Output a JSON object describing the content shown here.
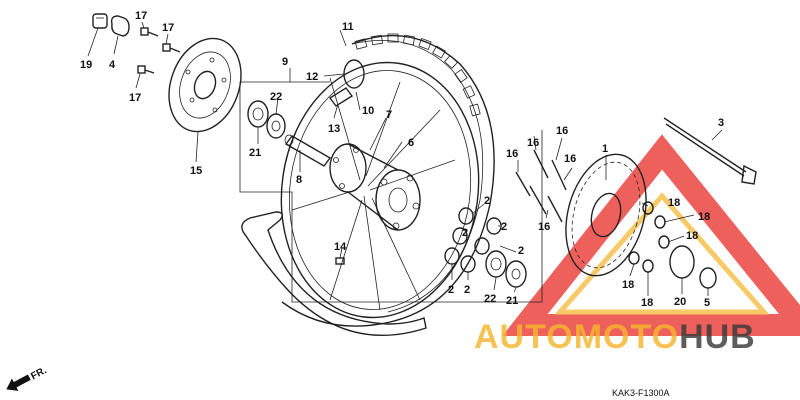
{
  "diagram": {
    "code": "KAK3-F1300A",
    "direction_label": "FR.",
    "watermark": {
      "part1": "AUTOMOTO",
      "part2": "HUB",
      "color_primary": "#f5b52e",
      "color_secondary": "#e8231d",
      "color_dark": "#3a3a3a"
    },
    "callouts": [
      {
        "id": "c19",
        "text": "19"
      },
      {
        "id": "c4",
        "text": "4"
      },
      {
        "id": "c17a",
        "text": "17"
      },
      {
        "id": "c17b",
        "text": "17"
      },
      {
        "id": "c17c",
        "text": "17"
      },
      {
        "id": "c15",
        "text": "15"
      },
      {
        "id": "c9",
        "text": "9"
      },
      {
        "id": "c22a",
        "text": "22"
      },
      {
        "id": "c21a",
        "text": "21"
      },
      {
        "id": "c8",
        "text": "8"
      },
      {
        "id": "c11",
        "text": "11"
      },
      {
        "id": "c12",
        "text": "12"
      },
      {
        "id": "c10",
        "text": "10"
      },
      {
        "id": "c13",
        "text": "13"
      },
      {
        "id": "c7",
        "text": "7"
      },
      {
        "id": "c6",
        "text": "6"
      },
      {
        "id": "c14",
        "text": "14"
      },
      {
        "id": "c16a",
        "text": "16"
      },
      {
        "id": "c16b",
        "text": "16"
      },
      {
        "id": "c16c",
        "text": "16"
      },
      {
        "id": "c16d",
        "text": "16"
      },
      {
        "id": "c16e",
        "text": "16"
      },
      {
        "id": "c1",
        "text": "1"
      },
      {
        "id": "c2a",
        "text": "2"
      },
      {
        "id": "c2b",
        "text": "2"
      },
      {
        "id": "c2c",
        "text": "2"
      },
      {
        "id": "c2d",
        "text": "2"
      },
      {
        "id": "c2e",
        "text": "2"
      },
      {
        "id": "c2f",
        "text": "2"
      },
      {
        "id": "c22b",
        "text": "22"
      },
      {
        "id": "c21b",
        "text": "21"
      },
      {
        "id": "c3",
        "text": "3"
      },
      {
        "id": "c18a",
        "text": "18"
      },
      {
        "id": "c18b",
        "text": "18"
      },
      {
        "id": "c18c",
        "text": "18"
      },
      {
        "id": "c18d",
        "text": "18"
      },
      {
        "id": "c18e",
        "text": "18"
      },
      {
        "id": "c20",
        "text": "20"
      },
      {
        "id": "c5",
        "text": "5"
      }
    ]
  }
}
